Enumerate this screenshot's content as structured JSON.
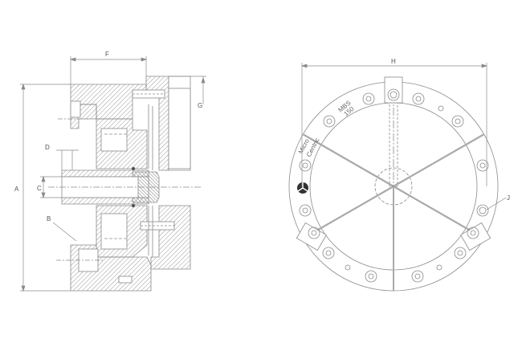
{
  "drawing": {
    "section_view": {
      "labels": {
        "A": "A",
        "B": "B",
        "C": "C",
        "D": "D",
        "F": "F",
        "G": "G"
      }
    },
    "front_view": {
      "labels": {
        "H": "H",
        "J": "J"
      },
      "ring_text": {
        "brand_line1": "Micro",
        "brand_line2": "Centric",
        "model_line1": "MBS",
        "model_line2": "150"
      },
      "logo": "microcentric-logo-icon",
      "jaw_count": 3,
      "bolt_hole_count": 16
    },
    "colors": {
      "line": "#8a8a8a",
      "hatch": "#9a9a9a",
      "background": "#ffffff",
      "logo": "#333333"
    }
  }
}
